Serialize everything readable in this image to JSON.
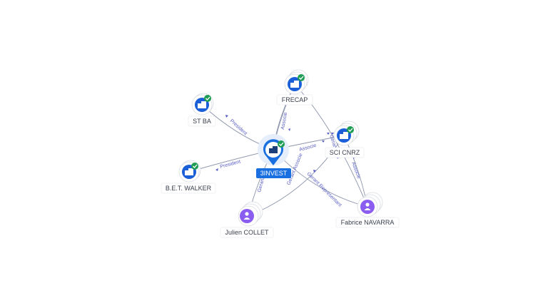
{
  "colors": {
    "company": "#1a5fd8",
    "person": "#8a5cf0",
    "check": "#1f9d55",
    "edge": "#8c95ad",
    "edge_label": "#5a5fc4",
    "center": "#1a6fe0"
  },
  "center": {
    "id": "3invest",
    "label": "3INVEST",
    "icon": "building-icon"
  },
  "nodes": [
    {
      "id": "frecap",
      "label": "FRECAP",
      "type": "company",
      "icon": "building-icon",
      "verified": true
    },
    {
      "id": "stba",
      "label": "ST BA",
      "type": "company",
      "icon": "building-icon",
      "verified": true
    },
    {
      "id": "sci-cnrz",
      "label": "SCI CNRZ",
      "type": "company",
      "icon": "building-icon",
      "verified": true
    },
    {
      "id": "bet-walker",
      "label": "B.E.T. WALKER",
      "type": "company",
      "icon": "building-icon",
      "verified": true
    },
    {
      "id": "julien-collet",
      "label": "Julien COLLET",
      "type": "person",
      "icon": "person-icon",
      "verified": false
    },
    {
      "id": "fabrice-navarra",
      "label": "Fabrice NAVARRA",
      "type": "person",
      "icon": "person-icon",
      "verified": false
    }
  ],
  "edge_labels": {
    "frecap_3invest": "Associe",
    "stba_3invest": "President",
    "sci_3invest": "Associe",
    "walker_3invest": "President",
    "collet_3invest": "Gerant",
    "collet_sci": "Gerant Associe",
    "fabrice_3invest": "Gerant Representant",
    "fabrice_sci": "Associe",
    "fabrice_sci_2": "Gerant Ass"
  }
}
